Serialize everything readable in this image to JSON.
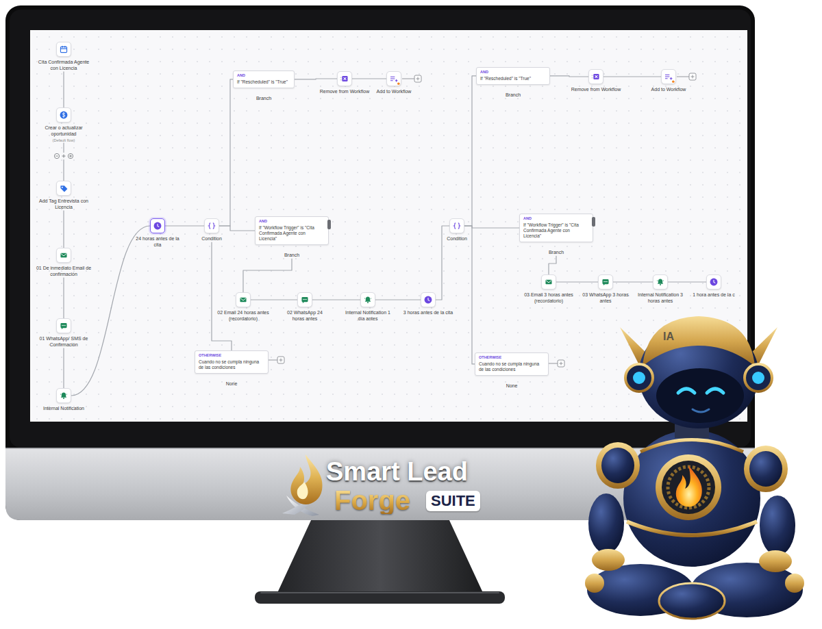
{
  "diagram": {
    "nodes": [
      {
        "text": [
          "Cita Confirmada Agente con Licencia"
        ]
      },
      {
        "text": [
          "Crear o actualizar oportunidad",
          "(Default flow)"
        ]
      },
      {
        "text": [
          "Add Tag Entrevista con Licencia"
        ]
      },
      {
        "text": [
          "01 De inmediato Email de confirmación"
        ]
      },
      {
        "text": [
          "01 WhatsApp/ SMS de Confirmación"
        ]
      },
      {
        "text": [
          "Internal Notification"
        ]
      },
      {
        "text": [
          "24 horas antes de la cita"
        ]
      },
      {
        "text": [
          "Condition"
        ]
      },
      {
        "text": [
          "AND",
          "If \"Rescheduled\" is \"True\"",
          "Branch"
        ]
      },
      {
        "text": [
          "Remove from Workflow"
        ]
      },
      {
        "text": [
          "Add to Workflow"
        ]
      },
      {
        "text": [
          "AND",
          "If \"Workflow Trigger\" is \"Cita Confirmada Agente con Licencia\"",
          "Branch"
        ]
      },
      {
        "text": [
          "OTHERWISE",
          "Cuando no se cumpla ninguna de las condiciones",
          "None"
        ]
      },
      {
        "text": [
          "02 Email 24 horas antes (recordatorio)"
        ]
      },
      {
        "text": [
          "02 WhatsApp 24 horas antes"
        ]
      },
      {
        "text": [
          "Internal Notification 1 día antes"
        ]
      },
      {
        "text": [
          "3 horas antes de la cita"
        ]
      },
      {
        "text": [
          "Condition"
        ]
      },
      {
        "text": [
          "AND",
          "If \"Rescheduled\" is \"True\"",
          "Branch"
        ]
      },
      {
        "text": [
          "Remove from Workflow"
        ]
      },
      {
        "text": [
          "Add to Workflow"
        ]
      },
      {
        "text": [
          "AND",
          "If \"Workflow Trigger\" is \"Cita Confirmada Agente con Licencia\"",
          "Branch"
        ]
      },
      {
        "text": [
          "OTHERWISE",
          "Cuando no se cumpla ninguna de las condiciones",
          "None"
        ]
      },
      {
        "text": [
          "03 Email 3 horas antes (recordatorio)"
        ]
      },
      {
        "text": [
          "03 WhatsApp 3 horas antes"
        ]
      },
      {
        "text": [
          "Internal Notification 3 horas antes"
        ]
      },
      {
        "text": [
          "1 hora antes de la c"
        ]
      }
    ],
    "edges": [
      {
        "from": 0,
        "to": 1,
        "arrow": "none"
      },
      {
        "from": 1,
        "to": 2,
        "arrow": "none"
      },
      {
        "from": 2,
        "to": 3,
        "arrow": "none"
      },
      {
        "from": 3,
        "to": 4,
        "arrow": "none"
      },
      {
        "from": 4,
        "to": 5,
        "arrow": "none"
      },
      {
        "from": 5,
        "to": 6,
        "arrow": "none"
      },
      {
        "from": 6,
        "to": 7,
        "arrow": "none"
      },
      {
        "from": 7,
        "to": 8,
        "arrow": "none"
      },
      {
        "from": 7,
        "to": 11,
        "arrow": "none"
      },
      {
        "from": 7,
        "to": 12,
        "arrow": "none"
      },
      {
        "from": 8,
        "to": 9,
        "arrow": "none"
      },
      {
        "from": 9,
        "to": 10,
        "arrow": "none"
      },
      {
        "from": 11,
        "to": 13,
        "arrow": "none"
      },
      {
        "from": 13,
        "to": 14,
        "arrow": "none"
      },
      {
        "from": 14,
        "to": 15,
        "arrow": "none"
      },
      {
        "from": 15,
        "to": 16,
        "arrow": "none"
      },
      {
        "from": 16,
        "to": 17,
        "arrow": "none"
      },
      {
        "from": 17,
        "to": 18,
        "arrow": "none"
      },
      {
        "from": 17,
        "to": 21,
        "arrow": "none"
      },
      {
        "from": 17,
        "to": 22,
        "arrow": "none"
      },
      {
        "from": 18,
        "to": 19,
        "arrow": "none"
      },
      {
        "from": 19,
        "to": 20,
        "arrow": "none"
      },
      {
        "from": 21,
        "to": 23,
        "arrow": "none"
      },
      {
        "from": 23,
        "to": 24,
        "arrow": "none"
      },
      {
        "from": 24,
        "to": 25,
        "arrow": "none"
      },
      {
        "from": 25,
        "to": 26,
        "arrow": "none"
      }
    ],
    "labels": [
      "Smart Lead",
      "Forge",
      "SUITE",
      "IA"
    ]
  }
}
